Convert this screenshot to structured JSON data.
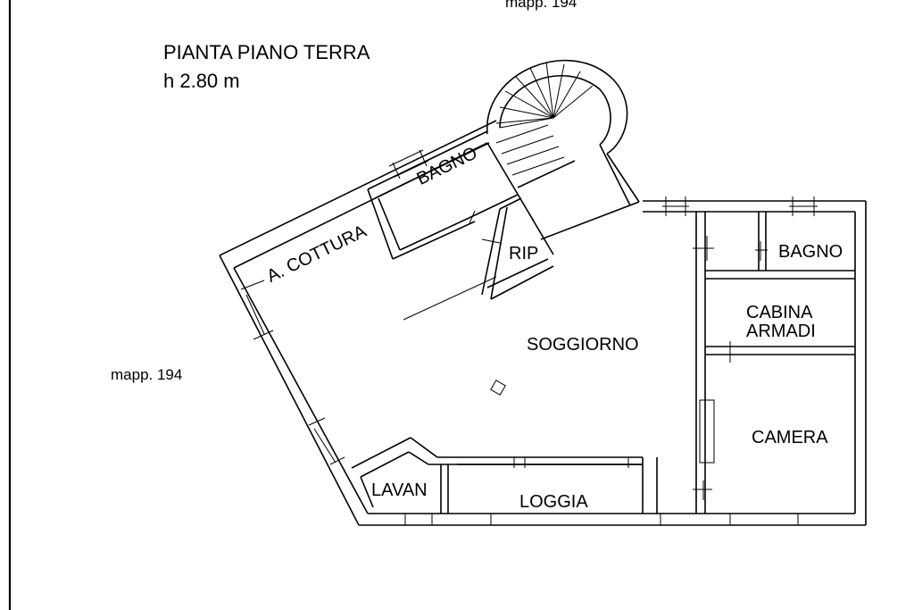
{
  "header": {
    "title": "PIANTA PIANO TERRA",
    "height": "h  2.80 m"
  },
  "parcels": {
    "top": "mapp. 194",
    "left": "mapp. 194"
  },
  "rooms": {
    "bagno_1": "BAGNO",
    "a_cottura": "A. COTTURA",
    "rip": "RIP",
    "soggiorno": "SOGGIORNO",
    "bagno_2": "BAGNO",
    "cabina": "CABINA",
    "armadi": "ARMADI",
    "camera": "CAMERA",
    "lavan": "LAVAN",
    "loggia": "LOGGIA"
  },
  "colors": {
    "line": "#000000",
    "background": "#ffffff"
  }
}
